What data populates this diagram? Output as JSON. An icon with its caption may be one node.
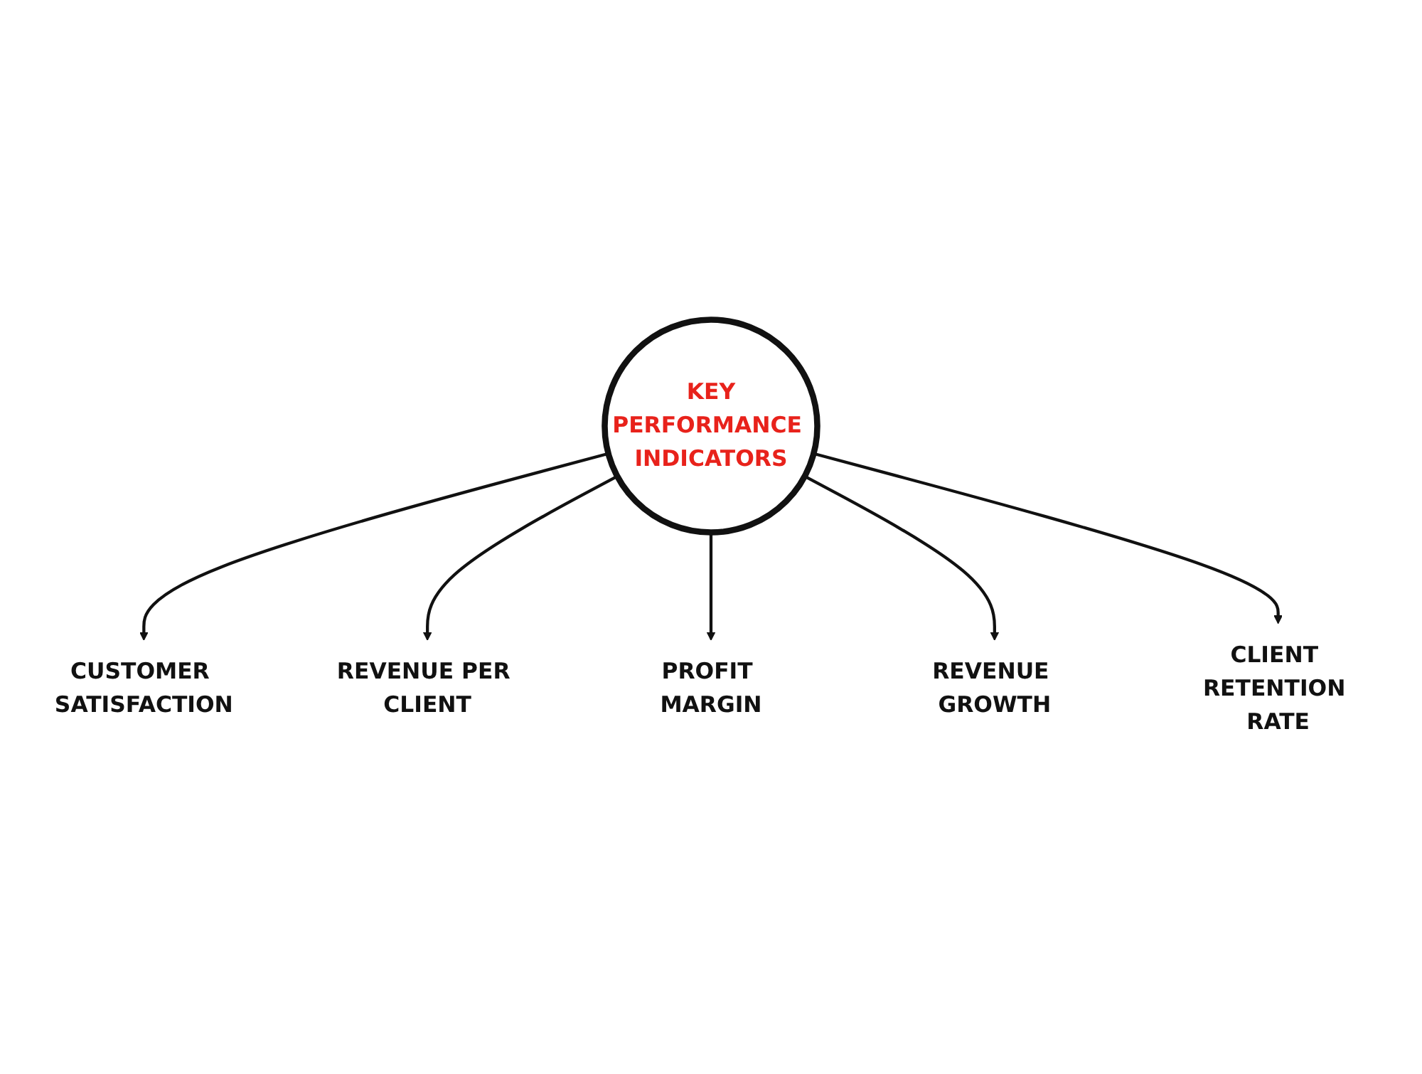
{
  "diagram": {
    "nodes": [
      {
        "text": [
          "KEY",
          "PERFORMANCE INDICATORS"
        ]
      },
      {
        "text": [
          "CUSTOMER SATISFACTION"
        ]
      },
      {
        "text": [
          "REVENUE PER CLIENT"
        ]
      },
      {
        "text": [
          "PROFIT MARGIN"
        ]
      },
      {
        "text": [
          "REVENUE GROWTH"
        ]
      },
      {
        "text": [
          "CLIENT RETENTION RATE"
        ]
      }
    ],
    "edges": [
      {
        "from": 0,
        "to": 1,
        "arrow": "to"
      },
      {
        "from": 0,
        "to": 2,
        "arrow": "to"
      },
      {
        "from": 0,
        "to": 3,
        "arrow": "to"
      },
      {
        "from": 0,
        "to": 4,
        "arrow": "to"
      },
      {
        "from": 0,
        "to": 5,
        "arrow": "to"
      }
    ]
  }
}
